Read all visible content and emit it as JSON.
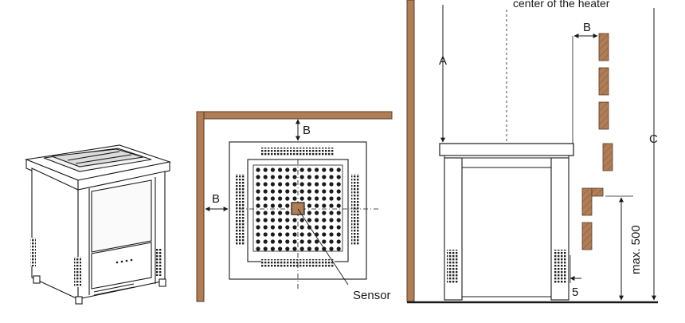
{
  "labels": {
    "top_center": "center of the heater",
    "dim_a": "A",
    "dim_b_top": "B",
    "dim_b_side": "B",
    "dim_b_elev": "B",
    "dim_c": "C",
    "sensor": "Sensor",
    "max500": "max. 500",
    "five": "5"
  },
  "colors": {
    "wall": "#b07d55",
    "wall_edge": "#5a3d28",
    "wood": "#b07d55",
    "line": "#1a1a1a",
    "heater_fill": "#ffffff"
  }
}
